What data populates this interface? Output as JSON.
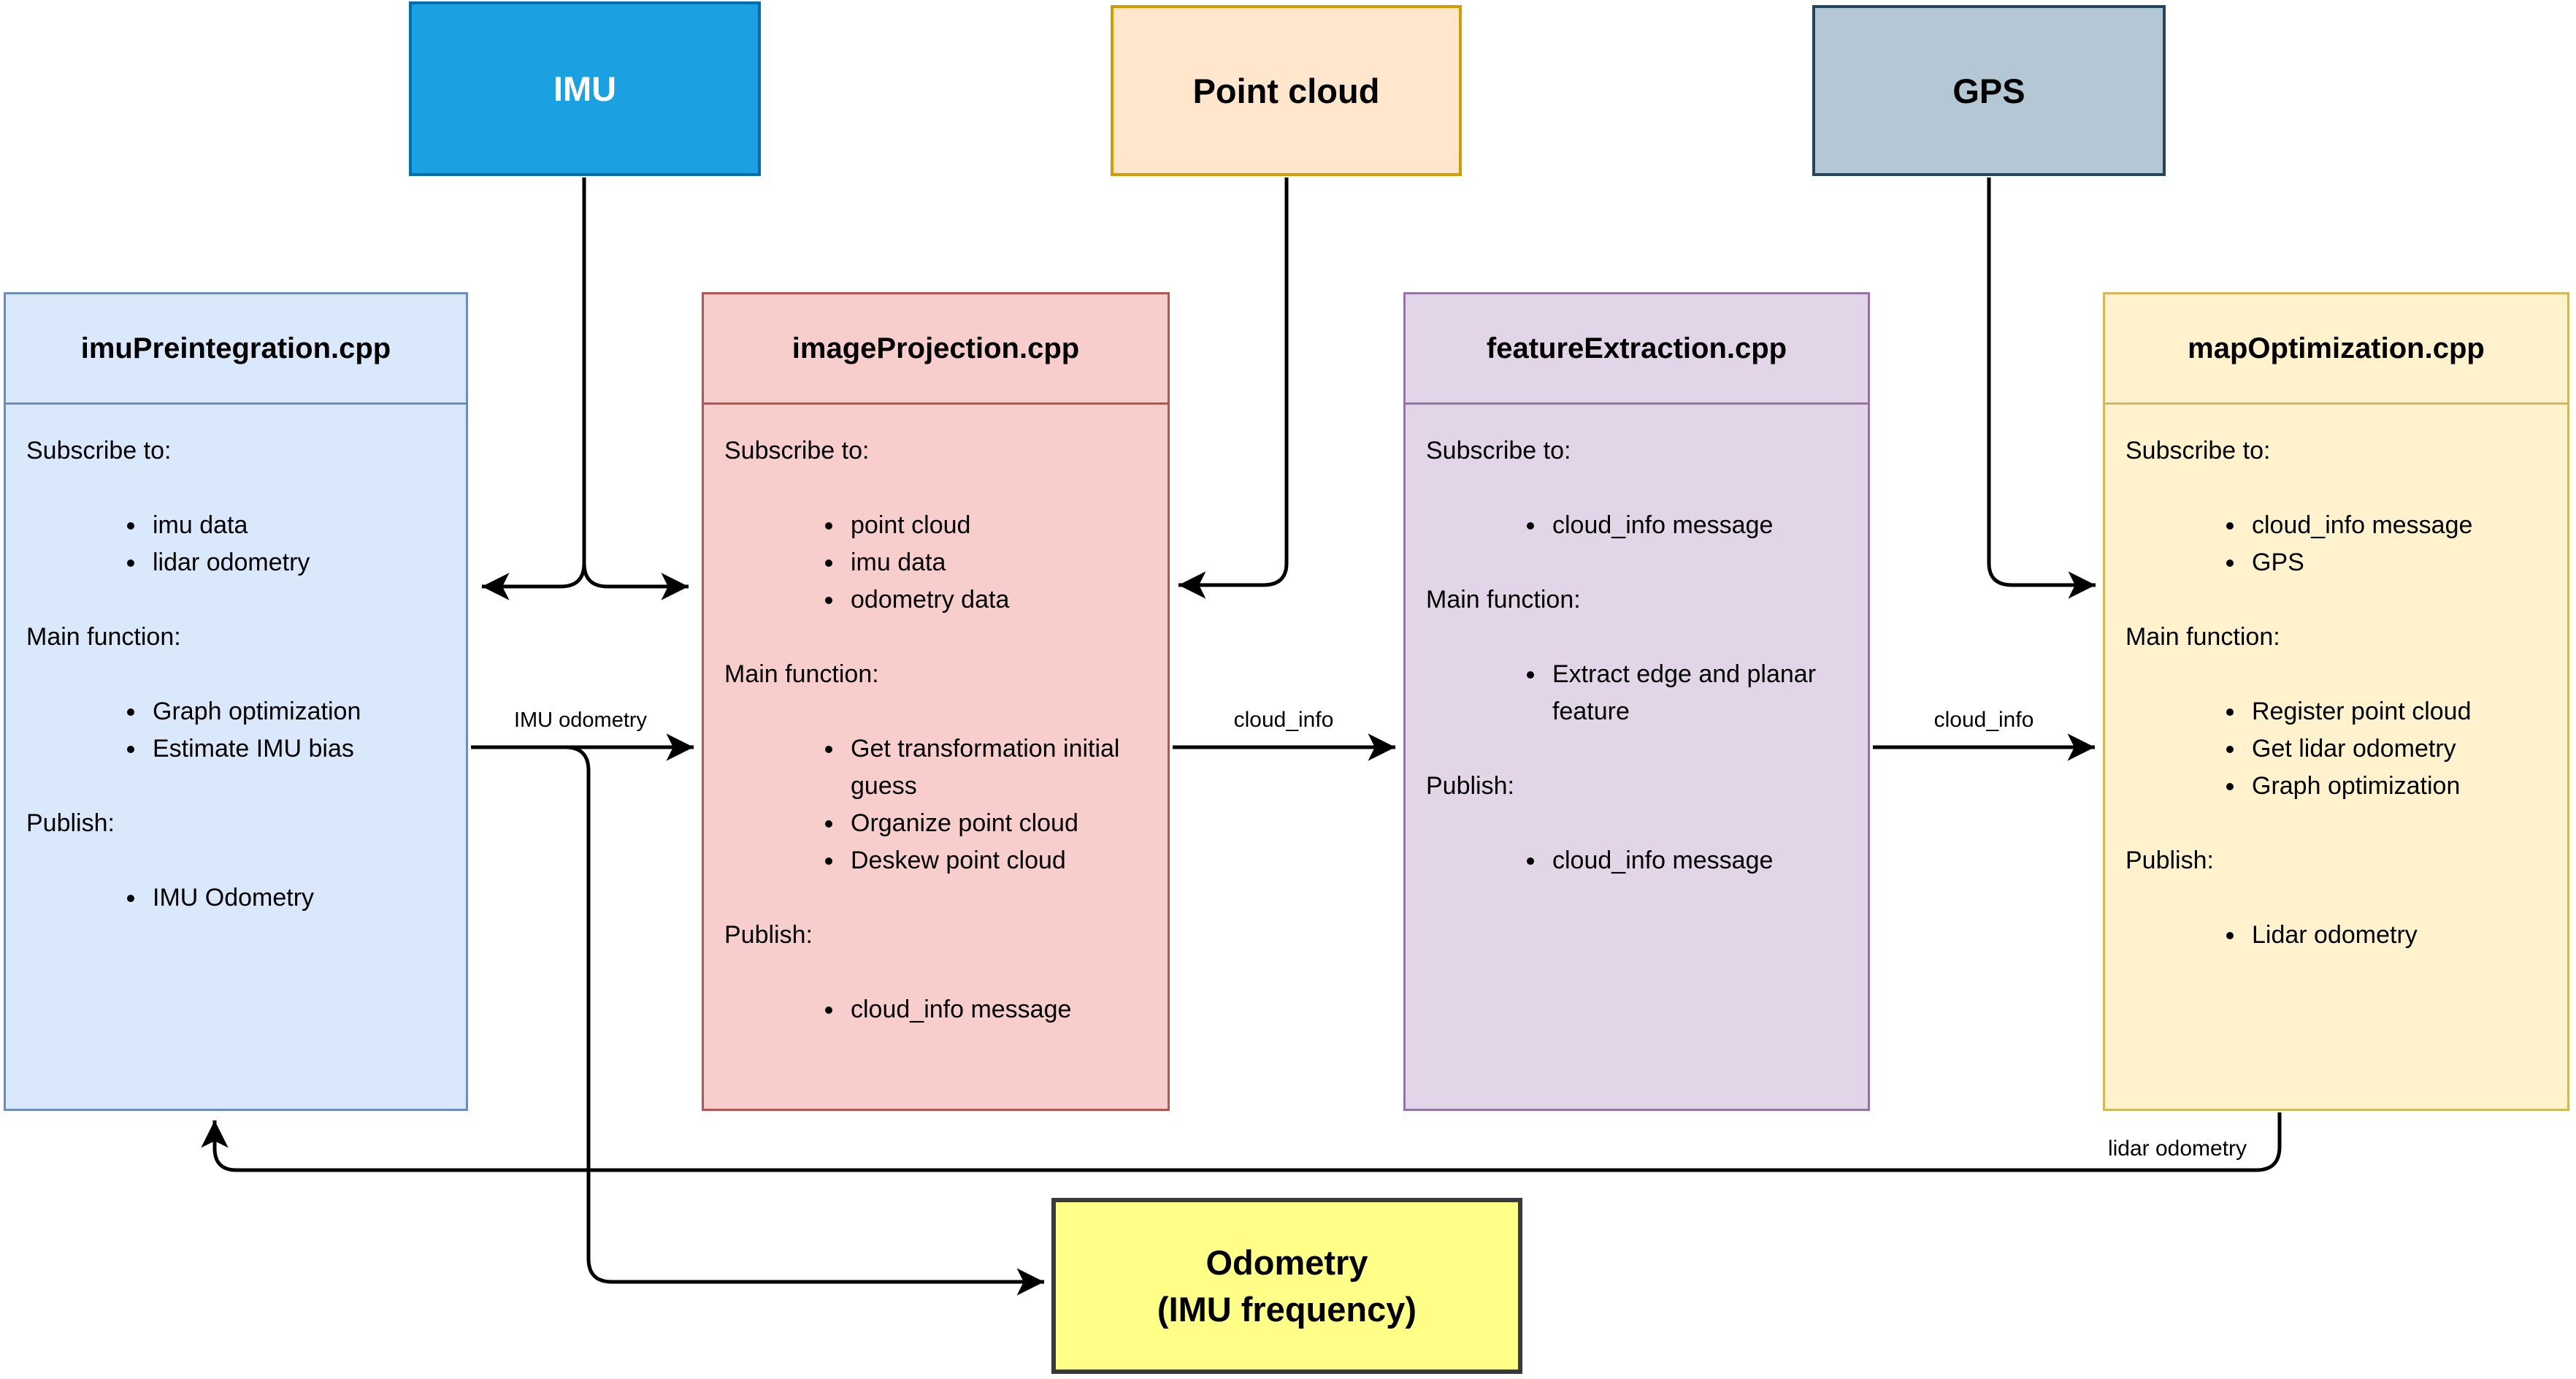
{
  "diagram": {
    "edge_color": "#000000",
    "sources": [
      {
        "id": "imu",
        "label": "IMU",
        "fill": "#1BA1E2",
        "stroke": "#006EAF",
        "text_color": "#FFFFFF"
      },
      {
        "id": "point-cloud",
        "label": "Point cloud",
        "fill": "#FFE6CC",
        "stroke": "#D79B00",
        "text_color": "#000000"
      },
      {
        "id": "gps",
        "label": "GPS",
        "fill": "#B4C7D4",
        "stroke": "#23445D",
        "text_color": "#000000"
      }
    ],
    "nodes": [
      {
        "id": "imuPreintegration",
        "title": "imuPreintegration.cpp",
        "fill": "#DAE8FC",
        "stroke": "#6C8EBF",
        "sections": [
          {
            "heading": "Subscribe to:",
            "items": [
              "imu data",
              "lidar odometry"
            ]
          },
          {
            "heading": "Main function:",
            "items": [
              "Graph optimization",
              "Estimate IMU bias"
            ]
          },
          {
            "heading": "Publish:",
            "items": [
              "IMU Odometry"
            ]
          }
        ]
      },
      {
        "id": "imageProjection",
        "title": "imageProjection.cpp",
        "fill": "#F8CECC",
        "stroke": "#B85450",
        "sections": [
          {
            "heading": "Subscribe to:",
            "items": [
              "point cloud",
              "imu data",
              "odometry data"
            ]
          },
          {
            "heading": "Main function:",
            "items": [
              "Get transformation initial guess",
              "Organize point cloud",
              "Deskew point cloud"
            ]
          },
          {
            "heading": "Publish:",
            "items": [
              "cloud_info message"
            ]
          }
        ]
      },
      {
        "id": "featureExtraction",
        "title": "featureExtraction.cpp",
        "fill": "#E1D5E7",
        "stroke": "#9673A6",
        "sections": [
          {
            "heading": "Subscribe to:",
            "items": [
              "cloud_info message"
            ]
          },
          {
            "heading": "Main function:",
            "items": [
              "Extract edge and planar feature"
            ]
          },
          {
            "heading": "Publish:",
            "items": [
              "cloud_info message"
            ]
          }
        ]
      },
      {
        "id": "mapOptimization",
        "title": "mapOptimization.cpp",
        "fill": "#FFF2CC",
        "stroke": "#D6B656",
        "sections": [
          {
            "heading": "Subscribe to:",
            "items": [
              "cloud_info message",
              "GPS"
            ]
          },
          {
            "heading": "Main function:",
            "items": [
              "Register point cloud",
              "Get lidar odometry",
              "Graph optimization"
            ]
          },
          {
            "heading": "Publish:",
            "items": [
              "Lidar odometry"
            ]
          }
        ]
      }
    ],
    "output": {
      "id": "odometry",
      "label_line1": "Odometry",
      "label_line2": "(IMU frequency)",
      "fill": "#FFFF88",
      "stroke": "#36393D"
    },
    "edge_labels": {
      "imu_odometry": "IMU odometry",
      "cloud_info_1": "cloud_info",
      "cloud_info_2": "cloud_info",
      "lidar_odometry": "lidar odometry"
    }
  }
}
